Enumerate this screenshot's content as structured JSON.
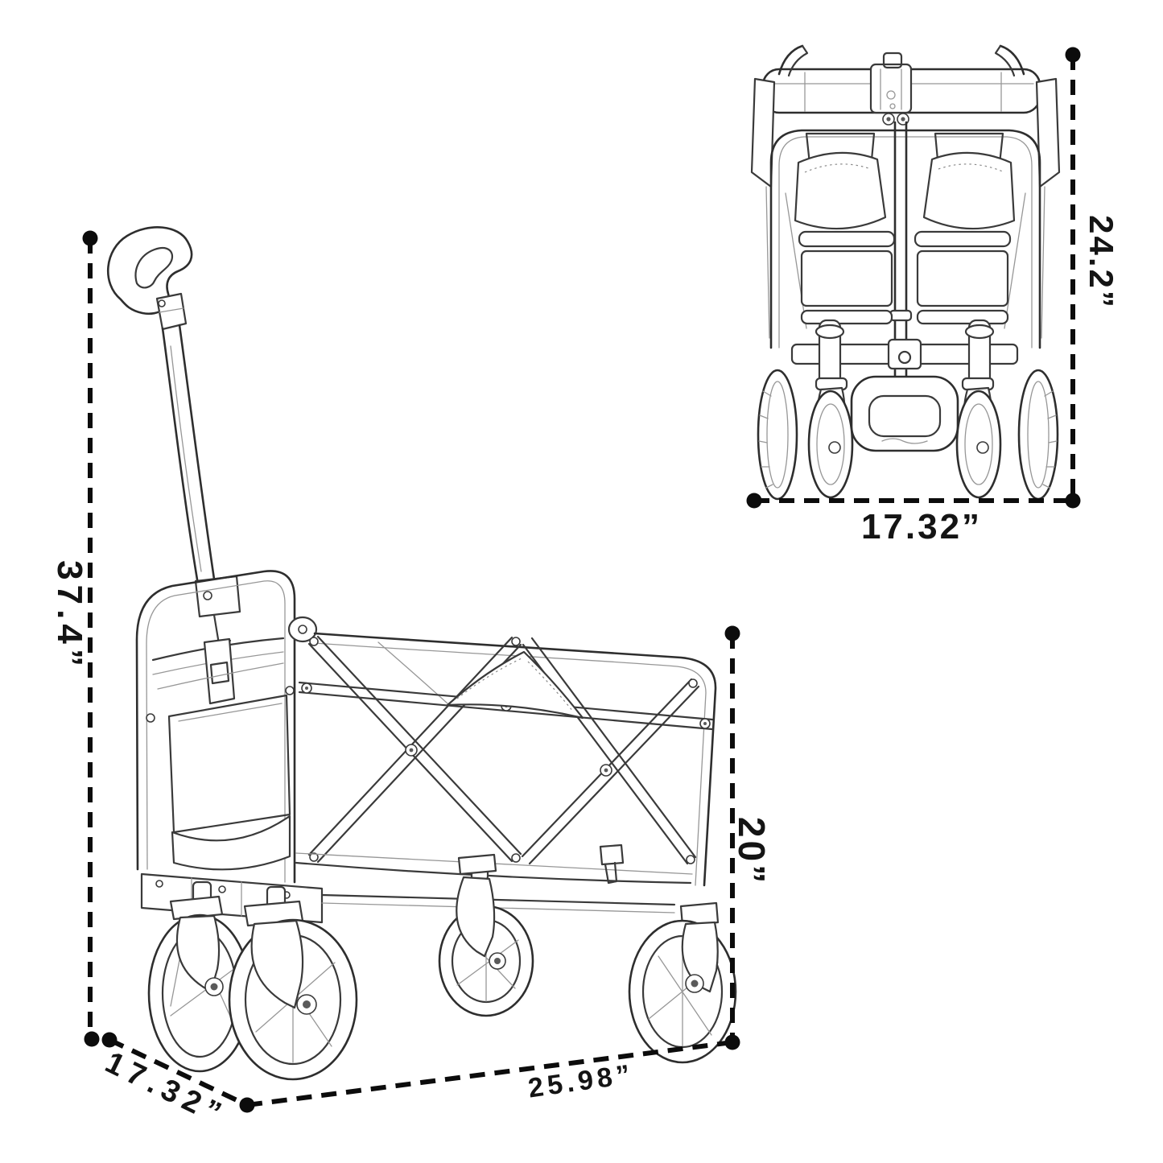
{
  "figure": {
    "background": "#ffffff",
    "line_color": "#3a3a3a",
    "dimension_color": "#0c0c0c"
  },
  "side_view": {
    "dimensions": {
      "overall_height": "37.4”",
      "depth": "17.32”",
      "length": "25.98”",
      "basket_height": "20”"
    }
  },
  "front_view": {
    "dimensions": {
      "height": "24.2”",
      "width": "17.32”"
    }
  }
}
